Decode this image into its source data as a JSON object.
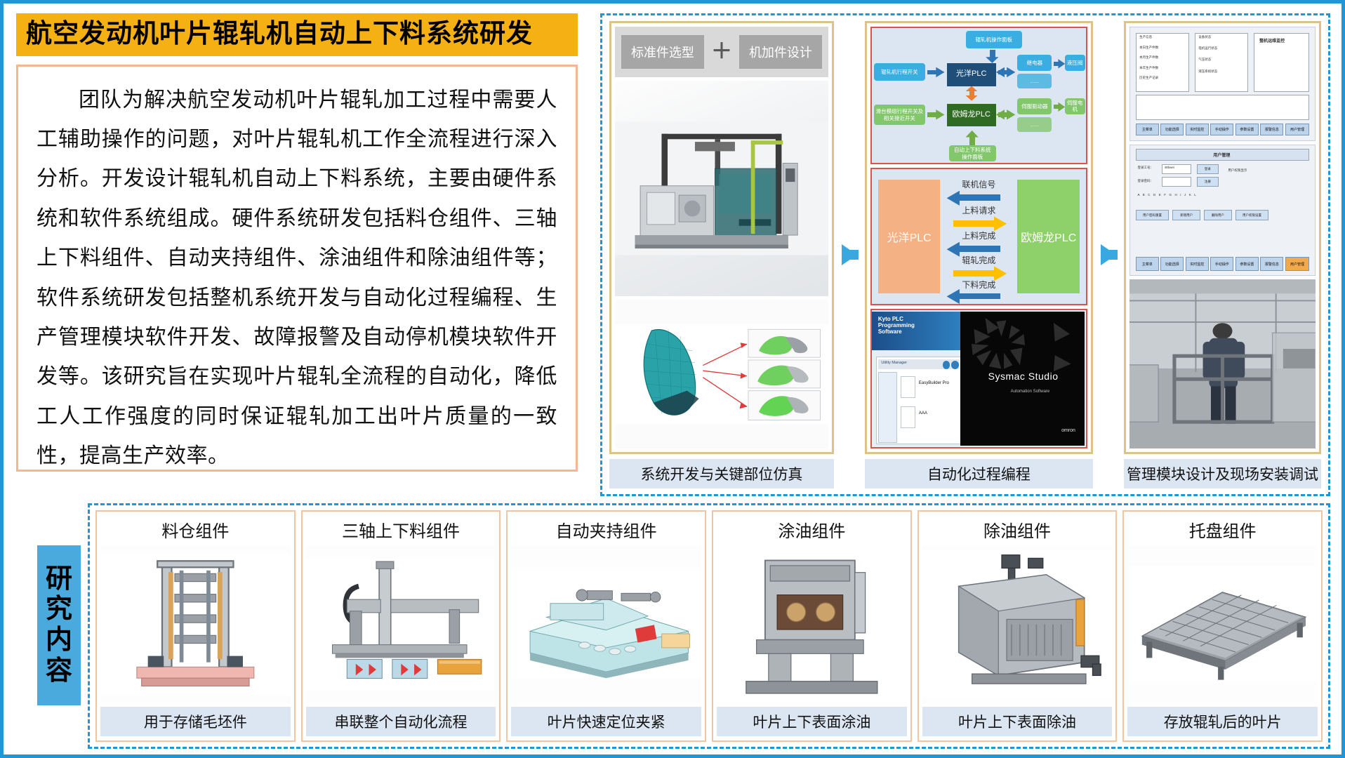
{
  "poster": {
    "title": "航空发动机叶片辊轧机自动上下料系统研发",
    "abstract": "团队为解决航空发动机叶片辊轧加工过程中需要人工辅助操作的问题，对叶片辊轧机工作全流程进行深入分析。开发设计辊轧机自动上下料系统，主要由硬件系统和软件系统组成。硬件系统研发包括料仓组件、三轴上下料组件、自动夹持组件、涂油组件和除油组件等；软件系统研发包括整机系统开发与自动化过程编程、生产管理模块软件开发、故障报警及自动停机模块软件开发等。该研究旨在实现叶片辊轧全流程的自动化，降低工人工作强度的同时保证辊轧加工出叶片质量的一致性，提高生产效率。"
  },
  "workflow": {
    "panel1": {
      "caption": "系统开发与关键部位仿真",
      "chips": [
        "标准件选型",
        "机加件设计"
      ],
      "plus": "＋"
    },
    "panel2": {
      "caption": "自动化过程编程",
      "plc_architecture": {
        "top_panel": "辊轧机操作面板",
        "bottom_panel": "自动上下料系统\n操作面板",
        "left_top": "辊轧机行程开关",
        "left_bottom": "滑台模组行程开关及\n相关接近开关",
        "center_top": "光洋PLC",
        "center_bottom": "欧姆龙PLC",
        "right_top_1": "继电器",
        "right_top_2": "液压阀",
        "right_top_3": "......",
        "right_bottom_1": "伺服驱动器",
        "right_bottom_2": "伺服电机",
        "right_bottom_3": "......"
      },
      "plc_comm": {
        "left_plc": "光洋PLC",
        "right_plc": "欧姆龙PLC",
        "signals": [
          "联机信号",
          "上料请求",
          "上料完成",
          "辊轧完成",
          "下料完成"
        ]
      },
      "software": {
        "banner": "Kyto PLC\nProgramming\nSoftware",
        "app_title": "Sysmac Studio",
        "app_sub": "Automation Software",
        "brand": "omron",
        "utility": "Utility Manager",
        "item1": "EasyBuilder Pro",
        "item2": "AAA"
      }
    },
    "panel3": {
      "caption": "管理模块设计及现场安装调试",
      "hmi_top": {
        "col1_title": "生产信息",
        "col2_title": "设备状态",
        "col3_title": "整机运维监控",
        "rows_c1": [
          "本日生产件数",
          "本月生产件数",
          "本年生产件数",
          "历史生产记录"
        ],
        "rows_c2": [
          "电机运行状态",
          "气压状态",
          "液压系统状态"
        ],
        "tabs": [
          "主菜单",
          "功能选择",
          "实时监控",
          "手动操作",
          "参数设置",
          "报警信息",
          "用户管理"
        ]
      },
      "hmi_bottom": {
        "title": "用户管理",
        "label_user": "登录工号：",
        "value_user": "48bwei",
        "label_pass": "登录密码：",
        "btn_login": "登录",
        "btn_register": "注册",
        "note": "用户权限显示",
        "keys": [
          "A",
          "B",
          "C",
          "D",
          "E",
          "F",
          "G",
          "H",
          "I",
          "J",
          "K",
          "L"
        ],
        "actions": [
          "用户密码重置",
          "新增用户",
          "删除用户",
          "用户权限设置"
        ],
        "tabs": [
          "主菜单",
          "功能选择",
          "实时监控",
          "手动操作",
          "参数设置",
          "报警信息",
          "用户管理"
        ],
        "active_tab": "用户管理"
      }
    }
  },
  "research_content": {
    "label": "研究内容",
    "cards": [
      {
        "title": "料仓组件",
        "caption": "用于存储毛坯件"
      },
      {
        "title": "三轴上下料组件",
        "caption": "串联整个自动化流程"
      },
      {
        "title": "自动夹持组件",
        "caption": "叶片快速定位夹紧"
      },
      {
        "title": "涂油组件",
        "caption": "叶片上下表面涂油"
      },
      {
        "title": "除油组件",
        "caption": "叶片上下表面除油"
      },
      {
        "title": "托盘组件",
        "caption": "存放辊轧后的叶片"
      }
    ]
  },
  "colors": {
    "border_blue": "#2196d6",
    "title_gold": "#f5b014",
    "caption_blue": "#dce6f2",
    "tag_blue": "#4aa9dd",
    "card_border": "#f2c4a0",
    "frame_gold": "#dfc18a",
    "plc_koyo": "#1f4e79",
    "plc_omron": "#2f6b22"
  }
}
